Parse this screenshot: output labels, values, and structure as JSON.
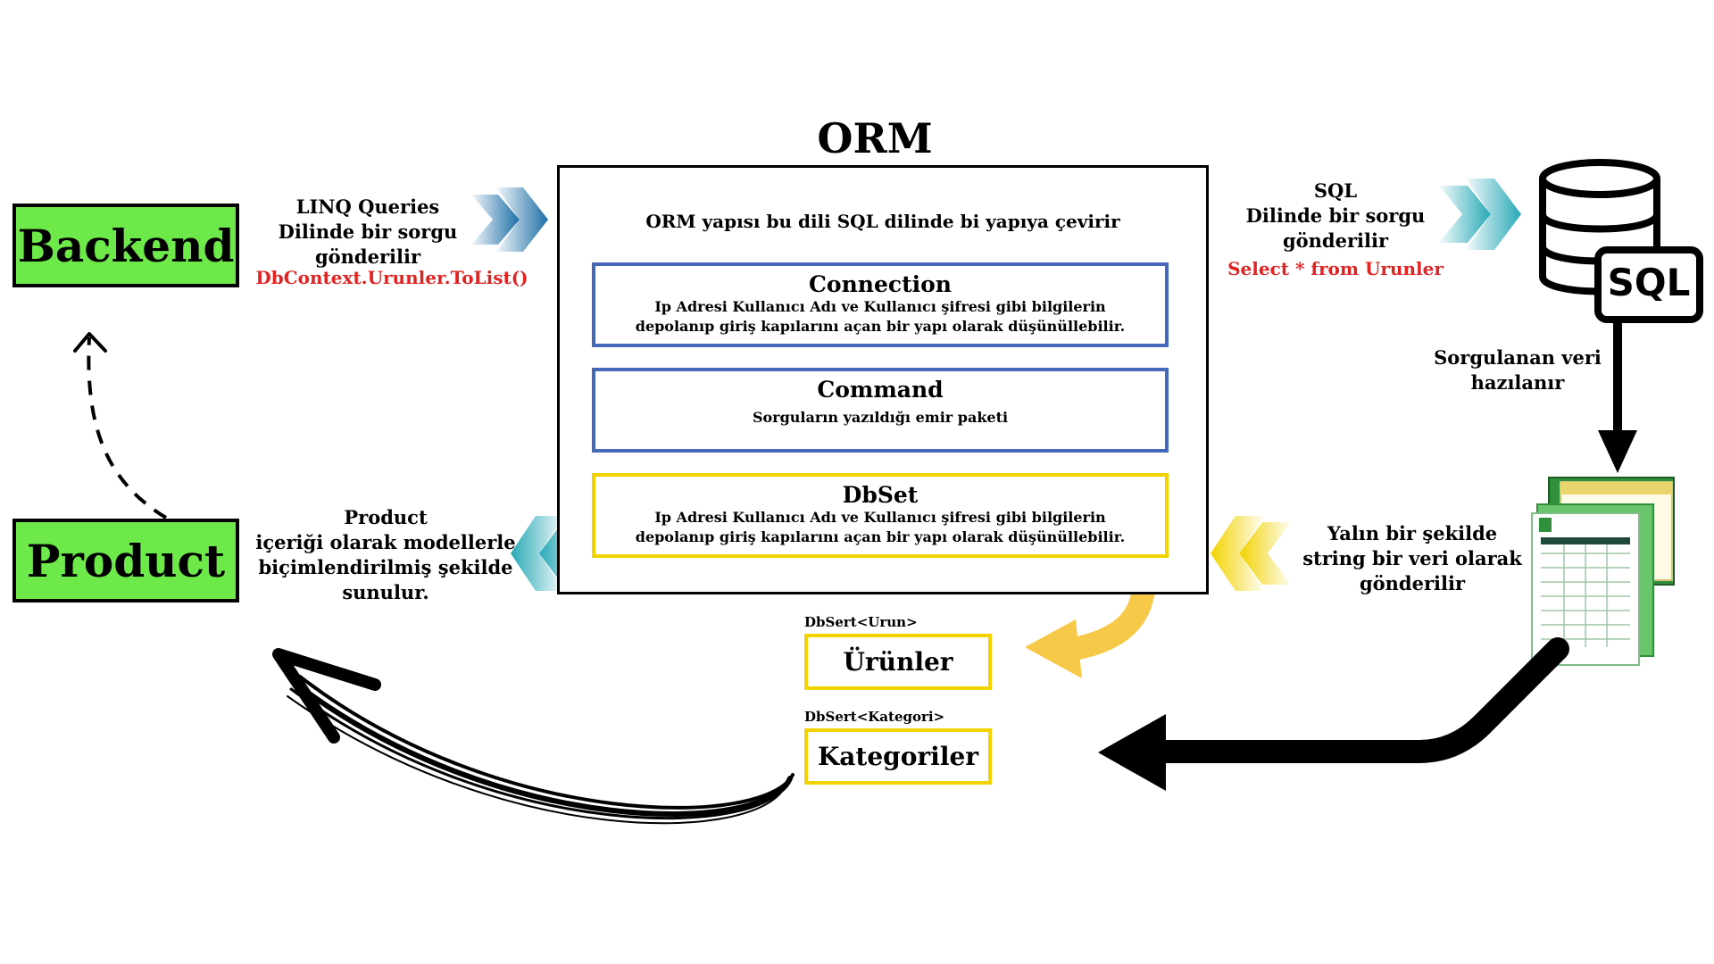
{
  "title": "ORM",
  "backend": {
    "label": "Backend"
  },
  "product": {
    "label": "Product"
  },
  "linq": {
    "line1": "LINQ Queries",
    "line2": "Dilinde bir sorgu",
    "line3": "gönderilir",
    "code": "DbContext.Urunler.ToList()"
  },
  "sql_note": {
    "line1": "SQL",
    "line2": "Dilinde bir sorgu",
    "line3": "gönderilir",
    "code": "Select * from Urunler"
  },
  "orm": {
    "intro": "ORM yapısı bu dili SQL dilinde bi yapıya çevirir",
    "connection": {
      "title": "Connection",
      "desc1": "Ip Adresi Kullanıcı Adı ve Kullanıcı şifresi gibi bilgilerin",
      "desc2": "depolanıp giriş kapılarını açan bir yapı olarak düşünüllebilir."
    },
    "command": {
      "title": "Command",
      "desc1": "Sorguların yazıldığı emir paketi"
    },
    "dbset": {
      "title": "DbSet",
      "desc1": "Ip Adresi Kullanıcı Adı ve Kullanıcı şifresi gibi bilgilerin",
      "desc2": "depolanıp giriş kapılarını açan bir yapı olarak düşünüllebilir."
    }
  },
  "sql_icon_label": "SQL",
  "queried": {
    "line1": "Sorgulanan veri",
    "line2": "hazılanır"
  },
  "plain": {
    "line1": "Yalın bir şekilde",
    "line2": "string bir veri olarak",
    "line3": "gönderilir"
  },
  "product_note": {
    "line1": "Product",
    "line2": "içeriği olarak modellerle",
    "line3": "biçimlendirilmiş şekilde",
    "line4": "sunulur."
  },
  "urunler": {
    "type_label": "DbSert<Urun>",
    "label": "Ürünler"
  },
  "kategoriler": {
    "type_label": "DbSert<Kategori>",
    "label": "Kategoriler"
  },
  "colors": {
    "green": "#6ee94a",
    "blue_border": "#4668b8",
    "yellow_border": "#f2d300",
    "red_text": "#e02424",
    "teal": "#27a9b6",
    "navy_arrow": "#1d6fa6",
    "gold_arrow": "#f7c948"
  }
}
